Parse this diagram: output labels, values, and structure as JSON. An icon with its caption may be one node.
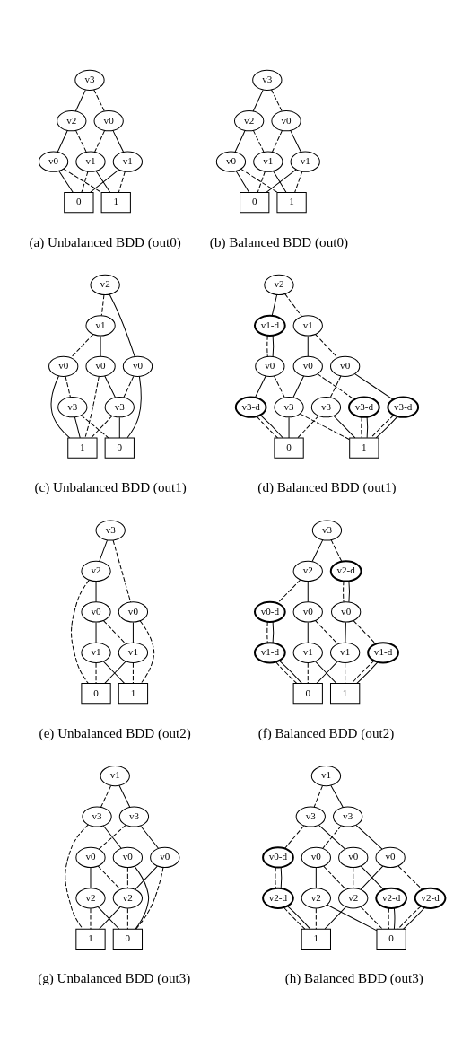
{
  "diagram": {
    "nodes": [
      {
        "text": [
          "v3"
        ]
      },
      {
        "text": [
          "v2"
        ]
      },
      {
        "text": [
          "v0"
        ]
      },
      {
        "text": [
          "v0"
        ]
      },
      {
        "text": [
          "v1"
        ]
      },
      {
        "text": [
          "v1"
        ]
      },
      {
        "text": [
          "0"
        ]
      },
      {
        "text": [
          "1"
        ]
      },
      {
        "text": [
          "v3"
        ]
      },
      {
        "text": [
          "v2"
        ]
      },
      {
        "text": [
          "v0"
        ]
      },
      {
        "text": [
          "v0"
        ]
      },
      {
        "text": [
          "v1"
        ]
      },
      {
        "text": [
          "v1"
        ]
      },
      {
        "text": [
          "0"
        ]
      },
      {
        "text": [
          "1"
        ]
      },
      {
        "text": [
          "v2"
        ]
      },
      {
        "text": [
          "v1"
        ]
      },
      {
        "text": [
          "v0"
        ]
      },
      {
        "text": [
          "v0"
        ]
      },
      {
        "text": [
          "v0"
        ]
      },
      {
        "text": [
          "v3"
        ]
      },
      {
        "text": [
          "v3"
        ]
      },
      {
        "text": [
          "0"
        ]
      },
      {
        "text": [
          "1"
        ]
      },
      {
        "text": [
          "v2"
        ]
      },
      {
        "text": [
          "v1-d"
        ]
      },
      {
        "text": [
          "v1"
        ]
      },
      {
        "text": [
          "v0"
        ]
      },
      {
        "text": [
          "v0"
        ]
      },
      {
        "text": [
          "v0"
        ]
      },
      {
        "text": [
          "v3-d"
        ]
      },
      {
        "text": [
          "v3"
        ]
      },
      {
        "text": [
          "v3"
        ]
      },
      {
        "text": [
          "v3-d"
        ]
      },
      {
        "text": [
          "v3-d"
        ]
      },
      {
        "text": [
          "0"
        ]
      },
      {
        "text": [
          "1"
        ]
      },
      {
        "text": [
          "v3"
        ]
      },
      {
        "text": [
          "v2"
        ]
      },
      {
        "text": [
          "v0"
        ]
      },
      {
        "text": [
          "v0"
        ]
      },
      {
        "text": [
          "v1"
        ]
      },
      {
        "text": [
          "v1"
        ]
      },
      {
        "text": [
          "1"
        ]
      },
      {
        "text": [
          "0"
        ]
      },
      {
        "text": [
          "v3"
        ]
      },
      {
        "text": [
          "v2"
        ]
      },
      {
        "text": [
          "v2-d"
        ]
      },
      {
        "text": [
          "v0-d"
        ]
      },
      {
        "text": [
          "v0"
        ]
      },
      {
        "text": [
          "v0"
        ]
      },
      {
        "text": [
          "v1-d"
        ]
      },
      {
        "text": [
          "v1"
        ]
      },
      {
        "text": [
          "v1"
        ]
      },
      {
        "text": [
          "v1-d"
        ]
      },
      {
        "text": [
          "0"
        ]
      },
      {
        "text": [
          "1"
        ]
      },
      {
        "text": [
          "v1"
        ]
      },
      {
        "text": [
          "v3"
        ]
      },
      {
        "text": [
          "v3"
        ]
      },
      {
        "text": [
          "v0"
        ]
      },
      {
        "text": [
          "v0"
        ]
      },
      {
        "text": [
          "v0"
        ]
      },
      {
        "text": [
          "v2"
        ]
      },
      {
        "text": [
          "v2"
        ]
      },
      {
        "text": [
          "1"
        ]
      },
      {
        "text": [
          "0"
        ]
      },
      {
        "text": [
          "v1"
        ]
      },
      {
        "text": [
          "v3"
        ]
      },
      {
        "text": [
          "v3"
        ]
      },
      {
        "text": [
          "v0-d"
        ]
      },
      {
        "text": [
          "v0"
        ]
      },
      {
        "text": [
          "v0"
        ]
      },
      {
        "text": [
          "v0"
        ]
      },
      {
        "text": [
          "v2-d"
        ]
      },
      {
        "text": [
          "v2"
        ]
      },
      {
        "text": [
          "v2"
        ]
      },
      {
        "text": [
          "v2-d"
        ]
      },
      {
        "text": [
          "v2-d"
        ]
      },
      {
        "text": [
          "1"
        ]
      },
      {
        "text": [
          "0"
        ]
      }
    ],
    "edges": [
      {
        "from": 0,
        "to": 1,
        "arrow": "none"
      },
      {
        "from": 0,
        "to": 3,
        "arrow": "none",
        "style": "dashed"
      },
      {
        "from": 1,
        "to": 2,
        "arrow": "none"
      },
      {
        "from": 1,
        "to": 4,
        "arrow": "none",
        "style": "dashed"
      },
      {
        "from": 2,
        "to": 6,
        "arrow": "none"
      },
      {
        "from": 2,
        "to": 7,
        "arrow": "none",
        "style": "dashed"
      },
      {
        "from": 3,
        "to": 4,
        "arrow": "none",
        "style": "dashed"
      },
      {
        "from": 3,
        "to": 5,
        "arrow": "none"
      },
      {
        "from": 4,
        "to": 6,
        "arrow": "none",
        "style": "dashed"
      },
      {
        "from": 4,
        "to": 7,
        "arrow": "none"
      },
      {
        "from": 5,
        "to": 6,
        "arrow": "none"
      },
      {
        "from": 5,
        "to": 7,
        "arrow": "none",
        "style": "dashed"
      },
      {
        "from": 8,
        "to": 9,
        "arrow": "none"
      },
      {
        "from": 8,
        "to": 10,
        "arrow": "none",
        "style": "dashed"
      },
      {
        "from": 9,
        "to": 11,
        "arrow": "none"
      },
      {
        "from": 9,
        "to": 12,
        "arrow": "none",
        "style": "dashed"
      },
      {
        "from": 10,
        "to": 12,
        "arrow": "none",
        "style": "dashed"
      },
      {
        "from": 10,
        "to": 13,
        "arrow": "none"
      },
      {
        "from": 11,
        "to": 14,
        "arrow": "none"
      },
      {
        "from": 11,
        "to": 15,
        "arrow": "none",
        "style": "dashed"
      },
      {
        "from": 12,
        "to": 14,
        "arrow": "none",
        "style": "dashed"
      },
      {
        "from": 12,
        "to": 15,
        "arrow": "none"
      },
      {
        "from": 13,
        "to": 14,
        "arrow": "none"
      },
      {
        "from": 13,
        "to": 15,
        "arrow": "none",
        "style": "dashed"
      },
      {
        "from": 16,
        "to": 18,
        "arrow": "none"
      },
      {
        "from": 16,
        "to": 17,
        "arrow": "none",
        "style": "dashed"
      },
      {
        "from": 17,
        "to": 19,
        "arrow": "none"
      },
      {
        "from": 17,
        "to": 20,
        "arrow": "none",
        "style": "dashed"
      },
      {
        "from": 18,
        "to": 23,
        "arrow": "none"
      },
      {
        "from": 18,
        "to": 21,
        "arrow": "none",
        "style": "dashed"
      },
      {
        "from": 19,
        "to": 21,
        "arrow": "none"
      },
      {
        "from": 19,
        "to": 24,
        "arrow": "none",
        "style": "dashed"
      },
      {
        "from": 20,
        "to": 22,
        "arrow": "none",
        "style": "dashed"
      },
      {
        "from": 20,
        "to": 24,
        "arrow": "none"
      },
      {
        "from": 21,
        "to": 23,
        "arrow": "none"
      },
      {
        "from": 21,
        "to": 24,
        "arrow": "none",
        "style": "dashed"
      },
      {
        "from": 22,
        "to": 23,
        "arrow": "none",
        "style": "dashed"
      },
      {
        "from": 22,
        "to": 24,
        "arrow": "none"
      },
      {
        "from": 25,
        "to": 26,
        "arrow": "none"
      },
      {
        "from": 25,
        "to": 27,
        "arrow": "none",
        "style": "dashed"
      },
      {
        "from": 26,
        "to": 28,
        "arrow": "none",
        "style": "dashed"
      },
      {
        "from": 26,
        "to": 28,
        "arrow": "none"
      },
      {
        "from": 27,
        "to": 29,
        "arrow": "none"
      },
      {
        "from": 27,
        "to": 30,
        "arrow": "none",
        "style": "dashed"
      },
      {
        "from": 28,
        "to": 31,
        "arrow": "none"
      },
      {
        "from": 28,
        "to": 32,
        "arrow": "none",
        "style": "dashed"
      },
      {
        "from": 29,
        "to": 32,
        "arrow": "none"
      },
      {
        "from": 29,
        "to": 34,
        "arrow": "none",
        "style": "dashed"
      },
      {
        "from": 30,
        "to": 33,
        "arrow": "none",
        "style": "dashed"
      },
      {
        "from": 30,
        "to": 35,
        "arrow": "none"
      },
      {
        "from": 31,
        "to": 36,
        "arrow": "none",
        "style": "dashed"
      },
      {
        "from": 31,
        "to": 36,
        "arrow": "none"
      },
      {
        "from": 32,
        "to": 36,
        "arrow": "none"
      },
      {
        "from": 32,
        "to": 37,
        "arrow": "none",
        "style": "dashed"
      },
      {
        "from": 33,
        "to": 36,
        "arrow": "none",
        "style": "dashed"
      },
      {
        "from": 33,
        "to": 37,
        "arrow": "none"
      },
      {
        "from": 34,
        "to": 37,
        "arrow": "none",
        "style": "dashed"
      },
      {
        "from": 34,
        "to": 37,
        "arrow": "none"
      },
      {
        "from": 35,
        "to": 37,
        "arrow": "none",
        "style": "dashed"
      },
      {
        "from": 35,
        "to": 37,
        "arrow": "none"
      },
      {
        "from": 38,
        "to": 40,
        "arrow": "none",
        "style": "dashed"
      },
      {
        "from": 38,
        "to": 39,
        "arrow": "none"
      },
      {
        "from": 39,
        "to": 41,
        "arrow": "none"
      },
      {
        "from": 39,
        "to": 45,
        "arrow": "none",
        "style": "dashed"
      },
      {
        "from": 40,
        "to": 42,
        "arrow": "none"
      },
      {
        "from": 40,
        "to": 44,
        "arrow": "none",
        "style": "dashed"
      },
      {
        "from": 41,
        "to": 42,
        "arrow": "none",
        "style": "dashed"
      },
      {
        "from": 41,
        "to": 43,
        "arrow": "none"
      },
      {
        "from": 42,
        "to": 44,
        "arrow": "none",
        "style": "dashed"
      },
      {
        "from": 42,
        "to": 45,
        "arrow": "none"
      },
      {
        "from": 43,
        "to": 44,
        "arrow": "none"
      },
      {
        "from": 43,
        "to": 45,
        "arrow": "none",
        "style": "dashed"
      },
      {
        "from": 46,
        "to": 47,
        "arrow": "none"
      },
      {
        "from": 46,
        "to": 48,
        "arrow": "none",
        "style": "dashed"
      },
      {
        "from": 47,
        "to": 49,
        "arrow": "none",
        "style": "dashed"
      },
      {
        "from": 47,
        "to": 50,
        "arrow": "none"
      },
      {
        "from": 48,
        "to": 51,
        "arrow": "none",
        "style": "dashed"
      },
      {
        "from": 48,
        "to": 51,
        "arrow": "none"
      },
      {
        "from": 49,
        "to": 52,
        "arrow": "none",
        "style": "dashed"
      },
      {
        "from": 49,
        "to": 52,
        "arrow": "none"
      },
      {
        "from": 50,
        "to": 53,
        "arrow": "none"
      },
      {
        "from": 50,
        "to": 54,
        "arrow": "none",
        "style": "dashed"
      },
      {
        "from": 51,
        "to": 54,
        "arrow": "none"
      },
      {
        "from": 51,
        "to": 55,
        "arrow": "none",
        "style": "dashed"
      },
      {
        "from": 52,
        "to": 56,
        "arrow": "none",
        "style": "dashed"
      },
      {
        "from": 52,
        "to": 56,
        "arrow": "none"
      },
      {
        "from": 53,
        "to": 56,
        "arrow": "none",
        "style": "dashed"
      },
      {
        "from": 53,
        "to": 57,
        "arrow": "none"
      },
      {
        "from": 54,
        "to": 56,
        "arrow": "none"
      },
      {
        "from": 54,
        "to": 57,
        "arrow": "none",
        "style": "dashed"
      },
      {
        "from": 55,
        "to": 57,
        "arrow": "none",
        "style": "dashed"
      },
      {
        "from": 55,
        "to": 57,
        "arrow": "none"
      },
      {
        "from": 58,
        "to": 59,
        "arrow": "none",
        "style": "dashed"
      },
      {
        "from": 58,
        "to": 60,
        "arrow": "none"
      },
      {
        "from": 59,
        "to": 66,
        "arrow": "none",
        "style": "dashed"
      },
      {
        "from": 59,
        "to": 62,
        "arrow": "none"
      },
      {
        "from": 60,
        "to": 61,
        "arrow": "none",
        "style": "dashed"
      },
      {
        "from": 60,
        "to": 63,
        "arrow": "none"
      },
      {
        "from": 61,
        "to": 64,
        "arrow": "none"
      },
      {
        "from": 61,
        "to": 65,
        "arrow": "none",
        "style": "dashed"
      },
      {
        "from": 62,
        "to": 65,
        "arrow": "none",
        "style": "dashed"
      },
      {
        "from": 62,
        "to": 67,
        "arrow": "none"
      },
      {
        "from": 63,
        "to": 65,
        "arrow": "none"
      },
      {
        "from": 63,
        "to": 67,
        "arrow": "none",
        "style": "dashed"
      },
      {
        "from": 64,
        "to": 66,
        "arrow": "none",
        "style": "dashed"
      },
      {
        "from": 64,
        "to": 67,
        "arrow": "none"
      },
      {
        "from": 65,
        "to": 66,
        "arrow": "none"
      },
      {
        "from": 65,
        "to": 67,
        "arrow": "none",
        "style": "dashed"
      },
      {
        "from": 68,
        "to": 69,
        "arrow": "none",
        "style": "dashed"
      },
      {
        "from": 68,
        "to": 70,
        "arrow": "none"
      },
      {
        "from": 69,
        "to": 71,
        "arrow": "none",
        "style": "dashed"
      },
      {
        "from": 69,
        "to": 73,
        "arrow": "none"
      },
      {
        "from": 70,
        "to": 72,
        "arrow": "none",
        "style": "dashed"
      },
      {
        "from": 70,
        "to": 74,
        "arrow": "none"
      },
      {
        "from": 71,
        "to": 75,
        "arrow": "none",
        "style": "dashed"
      },
      {
        "from": 71,
        "to": 75,
        "arrow": "none"
      },
      {
        "from": 72,
        "to": 76,
        "arrow": "none"
      },
      {
        "from": 72,
        "to": 77,
        "arrow": "none",
        "style": "dashed"
      },
      {
        "from": 73,
        "to": 77,
        "arrow": "none",
        "style": "dashed"
      },
      {
        "from": 73,
        "to": 78,
        "arrow": "none"
      },
      {
        "from": 74,
        "to": 77,
        "arrow": "none"
      },
      {
        "from": 74,
        "to": 79,
        "arrow": "none",
        "style": "dashed"
      },
      {
        "from": 75,
        "to": 80,
        "arrow": "none",
        "style": "dashed"
      },
      {
        "from": 75,
        "to": 80,
        "arrow": "none"
      },
      {
        "from": 76,
        "to": 80,
        "arrow": "none",
        "style": "dashed"
      },
      {
        "from": 76,
        "to": 81,
        "arrow": "none"
      },
      {
        "from": 77,
        "to": 80,
        "arrow": "none"
      },
      {
        "from": 77,
        "to": 81,
        "arrow": "none",
        "style": "dashed"
      },
      {
        "from": 78,
        "to": 81,
        "arrow": "none",
        "style": "dashed"
      },
      {
        "from": 78,
        "to": 81,
        "arrow": "none"
      },
      {
        "from": 79,
        "to": 81,
        "arrow": "none",
        "style": "dashed"
      },
      {
        "from": 79,
        "to": 81,
        "arrow": "none"
      }
    ],
    "labels": [
      "(a) Unbalanced BDD (out0)",
      "(b) Balanced BDD (out0)",
      "(c) Unbalanced BDD (out1)",
      "(d) Balanced BDD (out1)",
      "(e) Unbalanced BDD (out2)",
      "(f) Balanced BDD (out2)",
      "(g) Unbalanced BDD (out3)",
      "(h) Balanced BDD (out3)"
    ]
  }
}
